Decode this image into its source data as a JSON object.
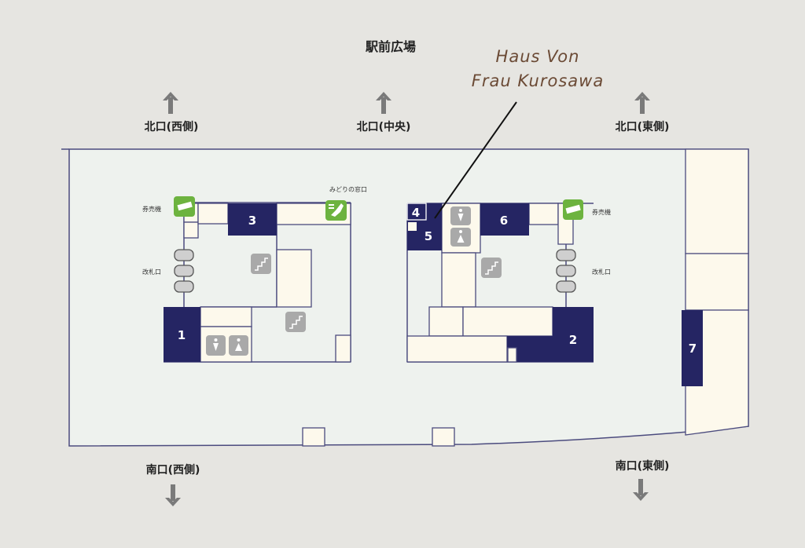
{
  "header": {
    "title": "駅前広場"
  },
  "exits": {
    "north_west": "北口(西側)",
    "north_center": "北口(中央)",
    "north_east": "北口(東側)",
    "south_west": "南口(西側)",
    "south_east": "南口(東側)"
  },
  "facilities": {
    "ticket_machine_left": "券売機",
    "ticket_gate_left": "改札口",
    "midori_window": "みどりの窓口",
    "ticket_machine_right": "券売機",
    "ticket_gate_right": "改札口"
  },
  "stores": [
    "1",
    "2",
    "3",
    "4",
    "5",
    "6",
    "7"
  ],
  "annotation": {
    "line1": "Haus Von",
    "line2": "Frau Kurosawa"
  },
  "colors": {
    "store": "#252563",
    "icon_green": "#6db33f",
    "annotation": "#6b4a35"
  }
}
